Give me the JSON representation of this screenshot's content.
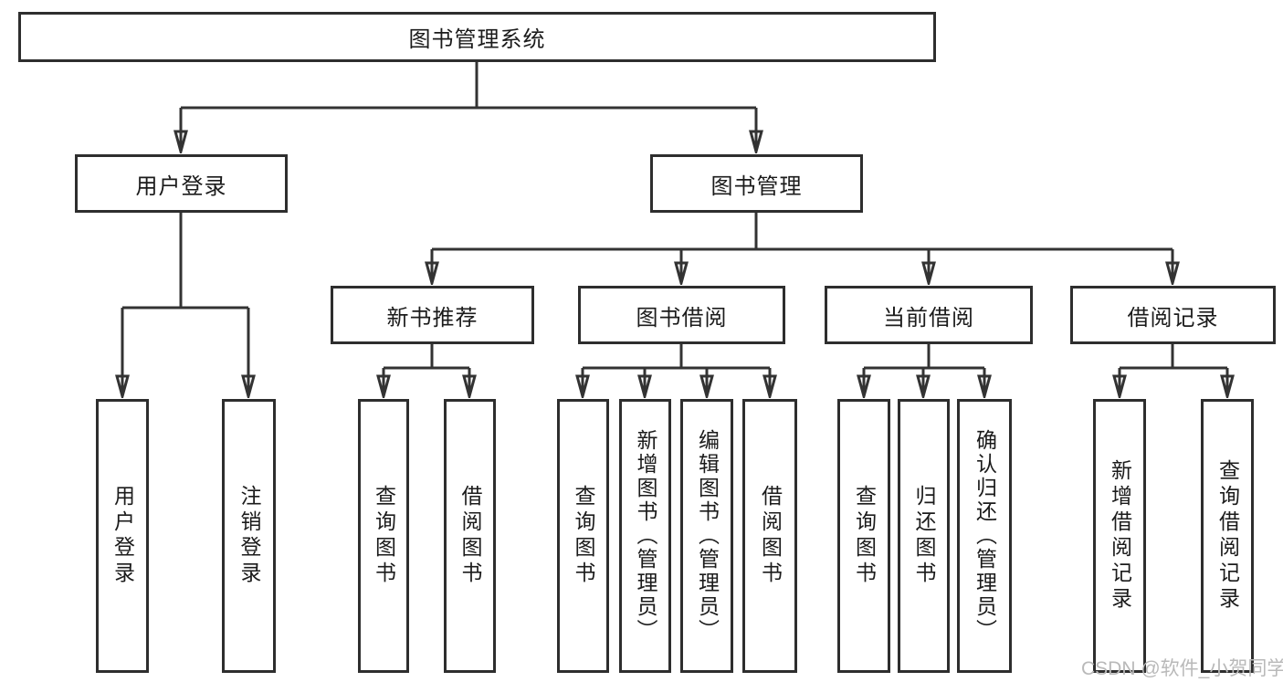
{
  "diagram": {
    "nodes": {
      "root": {
        "label": "图书管理系统"
      },
      "user_login_branch": {
        "label": "用户登录"
      },
      "book_management": {
        "label": "图书管理"
      },
      "user_login": {
        "label": "用户登录"
      },
      "logout_login": {
        "label": "注销登录"
      },
      "new_book_recommend": {
        "label": "新书推荐"
      },
      "book_borrowing": {
        "label": "图书借阅"
      },
      "current_borrowing": {
        "label": "当前借阅"
      },
      "borrowing_records": {
        "label": "借阅记录"
      },
      "query_books_recommend": {
        "label": "查询图书"
      },
      "borrow_books_recommend": {
        "label": "借阅图书"
      },
      "query_books_borrowing": {
        "label": "查询图书"
      },
      "add_books_admin": {
        "label": "新增图书（管理员）"
      },
      "edit_books_admin": {
        "label": "编辑图书（管理员）"
      },
      "borrow_books_borrowing": {
        "label": "借阅图书"
      },
      "query_books_current": {
        "label": "查询图书"
      },
      "return_books": {
        "label": "归还图书"
      },
      "confirm_return_admin": {
        "label": "确认归还（管理员）"
      },
      "add_borrow_record": {
        "label": "新增借阅记录"
      },
      "query_borrow_record": {
        "label": "查询借阅记录"
      }
    },
    "edges": [
      [
        "root",
        "user_login_branch"
      ],
      [
        "root",
        "book_management"
      ],
      [
        "user_login_branch",
        "user_login"
      ],
      [
        "user_login_branch",
        "logout_login"
      ],
      [
        "book_management",
        "new_book_recommend"
      ],
      [
        "book_management",
        "book_borrowing"
      ],
      [
        "book_management",
        "current_borrowing"
      ],
      [
        "book_management",
        "borrowing_records"
      ],
      [
        "new_book_recommend",
        "query_books_recommend"
      ],
      [
        "new_book_recommend",
        "borrow_books_recommend"
      ],
      [
        "book_borrowing",
        "query_books_borrowing"
      ],
      [
        "book_borrowing",
        "add_books_admin"
      ],
      [
        "book_borrowing",
        "edit_books_admin"
      ],
      [
        "book_borrowing",
        "borrow_books_borrowing"
      ],
      [
        "current_borrowing",
        "query_books_current"
      ],
      [
        "current_borrowing",
        "return_books"
      ],
      [
        "current_borrowing",
        "confirm_return_admin"
      ],
      [
        "borrowing_records",
        "add_borrow_record"
      ],
      [
        "borrowing_records",
        "query_borrow_record"
      ]
    ]
  },
  "watermark": {
    "text": "CSDN @软件_小贺同学"
  },
  "colors": {
    "line": "#333333",
    "box_border": "#2e2e2e",
    "text": "#1b1b1b",
    "background": "#ffffff",
    "watermark": "#b9b9b9"
  }
}
